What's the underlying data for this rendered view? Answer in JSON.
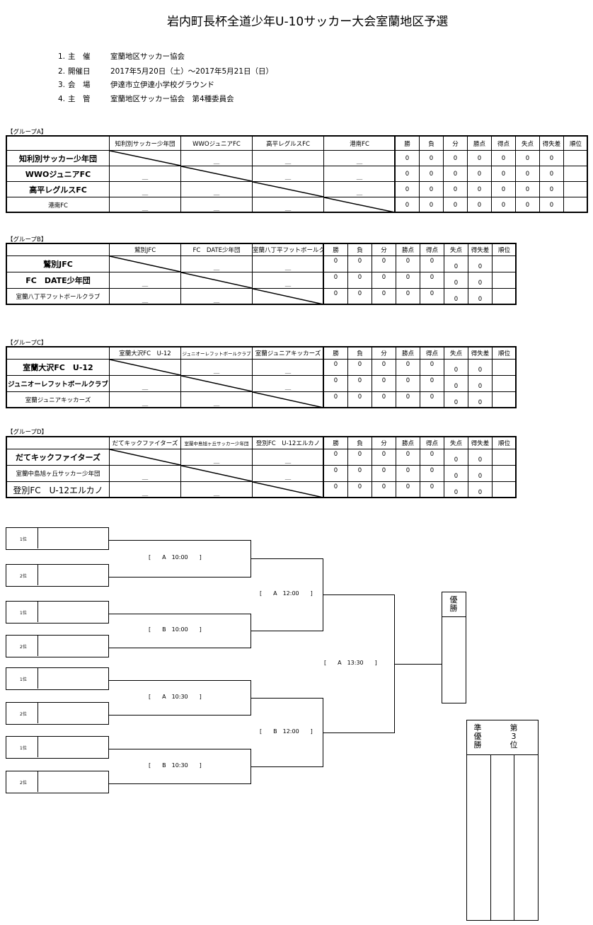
{
  "title": "岩内町長杯全道少年U-10サッカー大会室蘭地区予選",
  "info": [
    {
      "num": "1.",
      "label": "主　催",
      "value": "室蘭地区サッカー協会"
    },
    {
      "num": "2.",
      "label": "開催日",
      "value": "2017年5月20日（土）～2017年5月21日（日）"
    },
    {
      "num": "3.",
      "label": "会　場",
      "value": "伊達市立伊達小学校グラウンド"
    },
    {
      "num": "4.",
      "label": "主　管",
      "value": "室蘭地区サッカー協会　第4種委員会"
    }
  ],
  "stat_headers": [
    "勝",
    "負",
    "分",
    "勝点",
    "得点",
    "失点",
    "得失差",
    "順位"
  ],
  "dash": "＿",
  "zero": "0",
  "groups": [
    {
      "label": "【グループA】",
      "teams_header": [
        "知利別サッカー少年団",
        "WWOジュニアFC",
        "高平レグルスFC",
        "港南FC"
      ],
      "teams": [
        "知利別サッカー少年団",
        "WWOジュニアFC",
        "高平レグルスFC",
        "港南FC"
      ]
    },
    {
      "label": "【グループB】",
      "teams_header": [
        "鷲別JFC",
        "FC　DATE少年団",
        "室蘭八丁平フットボールクラブ"
      ],
      "teams": [
        "鷲別JFC",
        "FC　DATE少年団",
        "室蘭八丁平フットボールクラブ"
      ]
    },
    {
      "label": "【グループC】",
      "teams_header": [
        "室蘭大沢FC　U-12",
        "ジュニオーレフットボールクラブ",
        "室蘭ジュニアキッカーズ"
      ],
      "teams": [
        "室蘭大沢FC　U-12",
        "ジュニオーレフットボールクラブ",
        "室蘭ジュニアキッカーズ"
      ]
    },
    {
      "label": "【グループD】",
      "teams_header": [
        "だてキックファイターズ",
        "室蘭中島旭ヶ丘サッカー少年団",
        "登別FC　U-12エルカノ"
      ],
      "teams": [
        "だてキックファイターズ",
        "室蘭中島旭ヶ丘サッカー少年団",
        "登別FC　U-12エルカノ"
      ]
    }
  ],
  "bracket": {
    "seeds": [
      "1位",
      "2位",
      "1位",
      "2位",
      "1位",
      "2位",
      "1位",
      "2位"
    ],
    "r1": [
      "[　　A　10:00　　]",
      "[　　B　10:00　　]",
      "[　　A　10:30　　]",
      "[　　B　10:30　　]"
    ],
    "r2": [
      "[　　A　12:00　　]",
      "[　　B　12:00　　]"
    ],
    "final": "[　　A　13:30　　]",
    "winner": "優勝",
    "runner_up": "準優勝",
    "third": "第3位"
  }
}
